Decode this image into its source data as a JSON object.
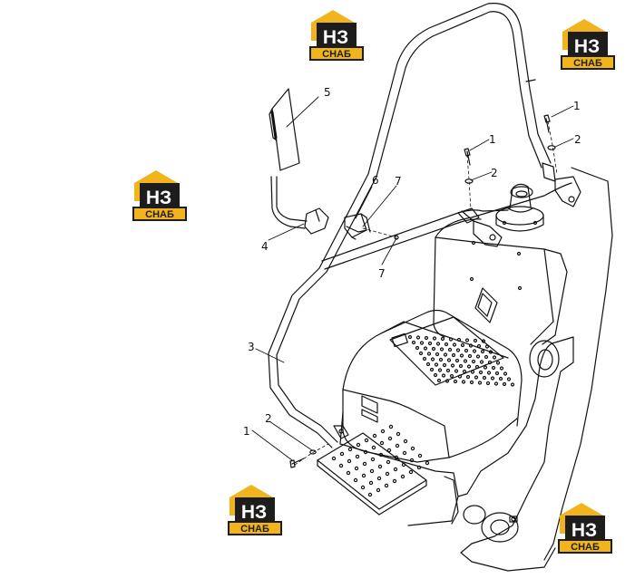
{
  "colors": {
    "line": "#111111",
    "logo_yellow": "#f2b41c",
    "logo_dark": "#1d1d1d",
    "logo_white": "#ffffff"
  },
  "logo": {
    "mark": "НЗ",
    "text": "СНАБ"
  },
  "callouts": {
    "c1a": "1",
    "c1b": "1",
    "c1c": "1",
    "c2a": "2",
    "c2b": "2",
    "c2c": "2",
    "c3": "3",
    "c4": "4",
    "c5": "5",
    "c6": "6",
    "c7a": "7",
    "c7b": "7"
  }
}
